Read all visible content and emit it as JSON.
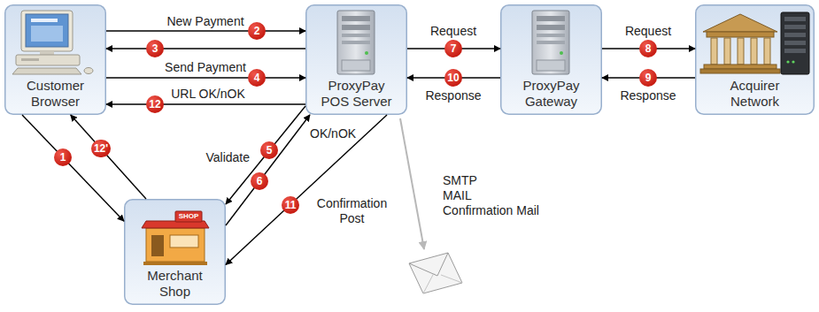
{
  "diagram": {
    "nodes": [
      {
        "text": [
          "Customer Browser"
        ]
      },
      {
        "text": [
          "ProxyPay POS Server"
        ]
      },
      {
        "text": [
          "ProxyPay Gateway"
        ]
      },
      {
        "text": [
          "Acquirer Network"
        ]
      },
      {
        "text": [
          "Merchant Shop"
        ]
      }
    ],
    "edges": [
      {
        "from": 0,
        "to": 1,
        "label": "New Payment",
        "arrow": "to"
      },
      {
        "from": 1,
        "to": 0,
        "arrow": "to"
      },
      {
        "from": 0,
        "to": 1,
        "label": "Send Payment",
        "arrow": "to"
      },
      {
        "from": 1,
        "to": 0,
        "label": "URL OK/nOK",
        "arrow": "to"
      },
      {
        "from": 1,
        "to": 2,
        "label": "Request",
        "arrow": "to"
      },
      {
        "from": 2,
        "to": 1,
        "label": "Response",
        "arrow": "to"
      },
      {
        "from": 2,
        "to": 3,
        "label": "Request",
        "arrow": "to"
      },
      {
        "from": 3,
        "to": 2,
        "label": "Response",
        "arrow": "to"
      },
      {
        "from": 0,
        "to": 4,
        "arrow": "to"
      },
      {
        "from": 4,
        "to": 0,
        "arrow": "to"
      },
      {
        "from": 1,
        "to": 4,
        "label": "Validate",
        "arrow": "to"
      },
      {
        "from": 4,
        "to": 1,
        "label": "OK/nOK",
        "arrow": "to"
      },
      {
        "from": 1,
        "to": 4,
        "label": "Confirmation Post",
        "arrow": "to"
      }
    ],
    "labels": [
      "1",
      "2",
      "3",
      "4",
      "5",
      "6",
      "7",
      "8",
      "9",
      "10",
      "11",
      "12",
      "12'",
      "SMTP",
      "MAIL",
      "Confirmation Mail",
      "SHOP"
    ]
  }
}
